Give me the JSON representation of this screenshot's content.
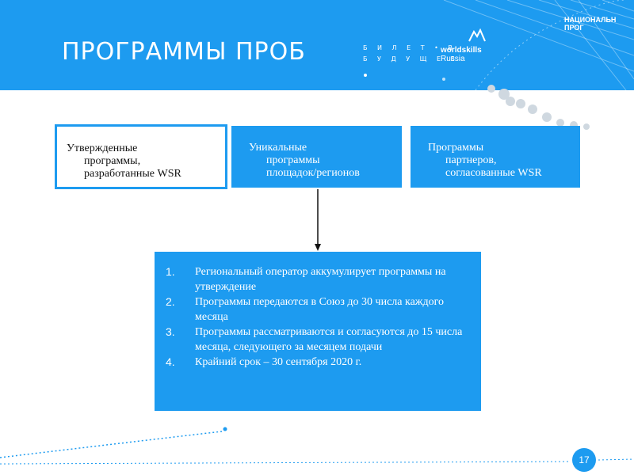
{
  "header": {
    "title": "ПРОГРАММЫ ПРОБ",
    "logo_bilet_line1": "Б И Л Е Т • В",
    "logo_bilet_line2": "Б У Д У Щ Е Е",
    "logo_ws_line1": "worldskills",
    "logo_ws_line2": "Russia",
    "logo_nat_line1": "НАЦИОНАЛЬН",
    "logo_nat_line2": "ПРОГ"
  },
  "boxes": [
    {
      "line1": "Утвержденные",
      "line2": "программы,",
      "line3": "разработанные WSR"
    },
    {
      "line1": "Уникальные",
      "line2": "программы",
      "line3": "площадок/регионов"
    },
    {
      "line1": "Программы",
      "line2": "партнеров,",
      "line3": "согласованные WSR"
    }
  ],
  "steps": [
    {
      "num": "1.",
      "text": "Региональный оператор аккумулирует  программы на утверждение"
    },
    {
      "num": "2.",
      "text": "Программы передаются в Союз до 30 числа каждого месяца"
    },
    {
      "num": "3.",
      "text": "Программы рассматриваются и согласуются до 15 числа месяца, следующего за месяцем подачи"
    },
    {
      "num": "4.",
      "text": "Крайний срок – 30 сентября 2020 г."
    }
  ],
  "page_number": "17",
  "colors": {
    "accent": "#1d9bf0",
    "dot": "#cfd8e0"
  }
}
